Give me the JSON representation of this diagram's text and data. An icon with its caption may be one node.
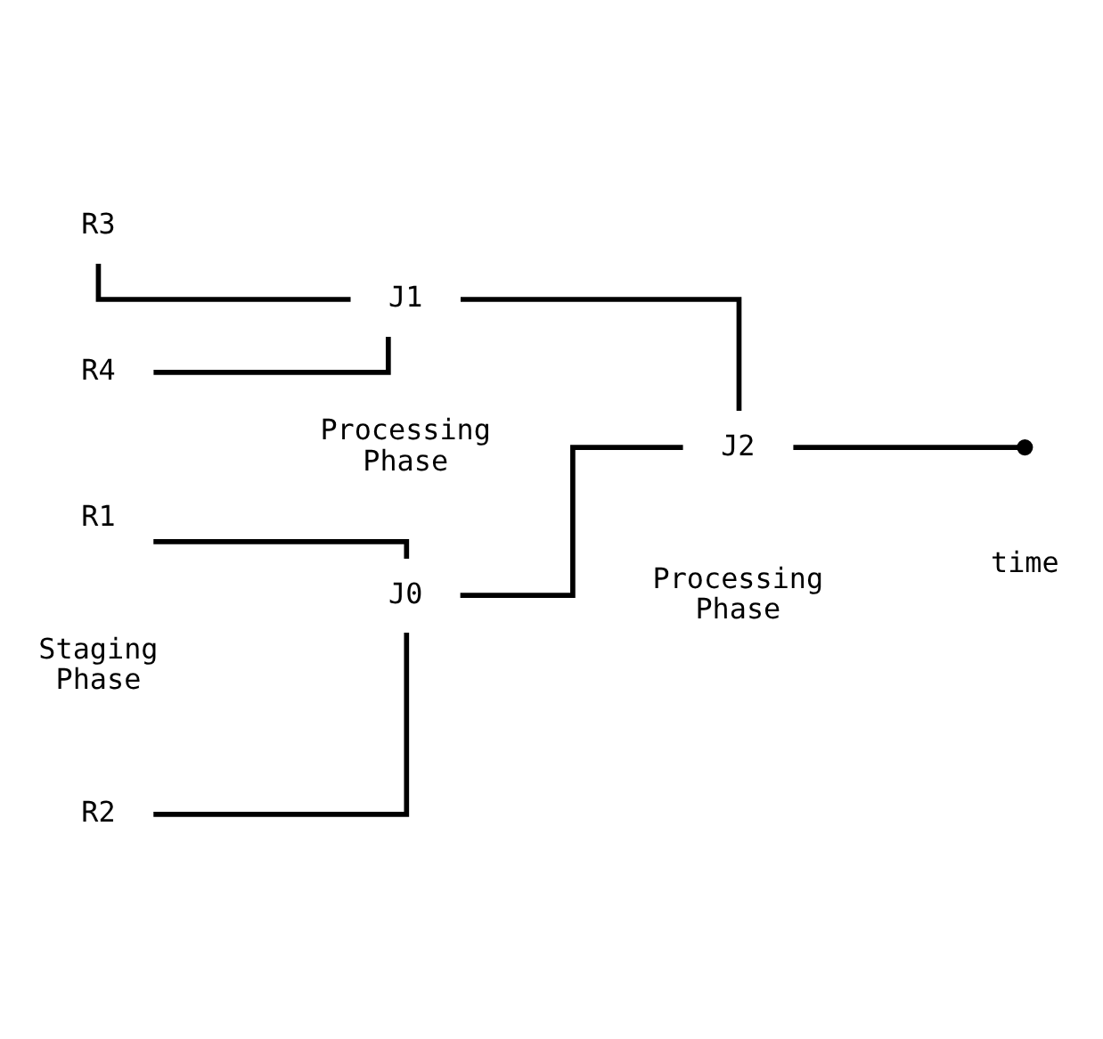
{
  "diagram": {
    "nodes": [
      {
        "text": [
          "R1"
        ]
      },
      {
        "text": [
          "R2"
        ]
      },
      {
        "text": [
          "R3"
        ]
      },
      {
        "text": [
          "R4"
        ]
      },
      {
        "text": [
          "J0"
        ]
      },
      {
        "text": [
          "J1"
        ]
      },
      {
        "text": [
          "J2"
        ]
      },
      {
        "text": [],
        "shape": "circle"
      }
    ],
    "edges": [
      {
        "from": 0,
        "to": 4,
        "arrow": "none"
      },
      {
        "from": 1,
        "to": 4,
        "arrow": "none"
      },
      {
        "from": 2,
        "to": 5,
        "arrow": "none"
      },
      {
        "from": 3,
        "to": 5,
        "arrow": "none"
      },
      {
        "from": 4,
        "to": 6,
        "arrow": "none"
      },
      {
        "from": 5,
        "to": 6,
        "arrow": "none"
      },
      {
        "from": 6,
        "to": 7,
        "arrow": "none"
      }
    ],
    "labels": [
      "time",
      "Staging Phase",
      "Processing Phase",
      "Processing Phase"
    ]
  }
}
